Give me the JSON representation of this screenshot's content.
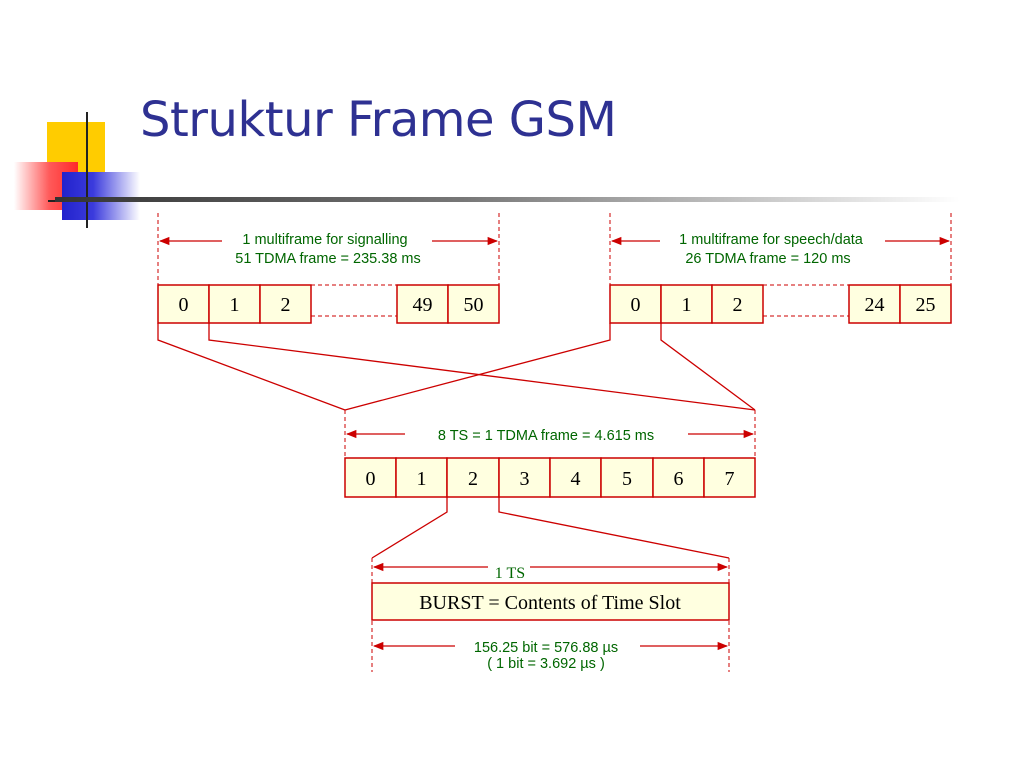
{
  "slide": {
    "title": "Struktur Frame GSM"
  },
  "multiframe_signalling": {
    "line1": "1 multiframe for signalling",
    "line2": "51 TDMA frame = 235.38 ms",
    "cells": [
      "0",
      "1",
      "2",
      "49",
      "50"
    ]
  },
  "multiframe_speech": {
    "line1": "1 multiframe for speech/data",
    "line2": "26 TDMA frame = 120 ms",
    "cells": [
      "0",
      "1",
      "2",
      "24",
      "25"
    ]
  },
  "tdma_frame": {
    "label": "8 TS = 1 TDMA frame = 4.615 ms",
    "cells": [
      "0",
      "1",
      "2",
      "3",
      "4",
      "5",
      "6",
      "7"
    ]
  },
  "time_slot": {
    "label": "1 TS",
    "burst": "BURST = Contents of Time Slot",
    "bits_line1": "156.25 bit = 576.88 µs",
    "bits_line2": "( 1 bit = 3.692 µs )"
  },
  "colors": {
    "title": "#2e3192",
    "line": "#cc0000",
    "cell_fill": "#ffffe0",
    "label_text": "#006600"
  }
}
